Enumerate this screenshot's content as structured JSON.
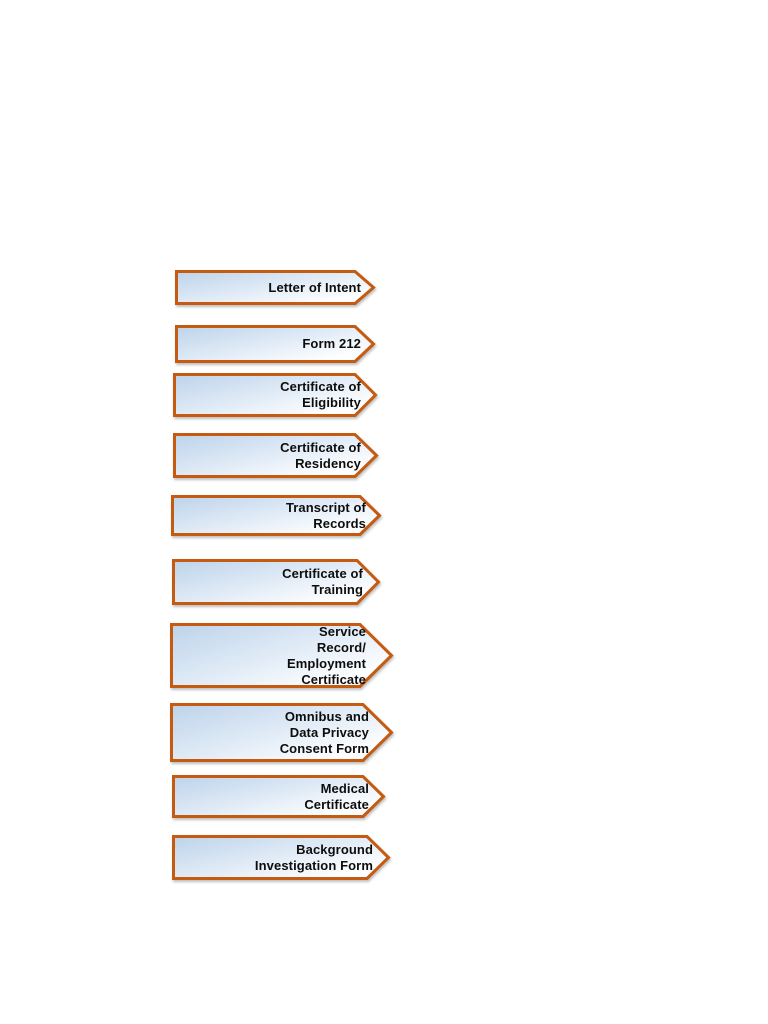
{
  "page": {
    "background_color": "#ffffff"
  },
  "styles": {
    "banner_border_color": "#C55A11",
    "banner_fill_start": "#bdd3ea",
    "banner_fill_mid": "#dce8f5",
    "banner_fill_end": "#fdfeff",
    "banner_text_color": "#0d0d0d"
  },
  "banners": [
    {
      "label": "Letter of Intent"
    },
    {
      "label": "Form 212"
    },
    {
      "label": "Certificate of\nEligibility"
    },
    {
      "label": "Certificate of\nResidency"
    },
    {
      "label": "Transcript of\nRecords"
    },
    {
      "label": "Certificate of\nTraining"
    },
    {
      "label": "Service\nRecord/\nEmployment\nCertificate"
    },
    {
      "label": "Omnibus and\nData Privacy\nConsent Form"
    },
    {
      "label": "Medical\nCertificate"
    },
    {
      "label": "Background\nInvestigation Form"
    }
  ]
}
